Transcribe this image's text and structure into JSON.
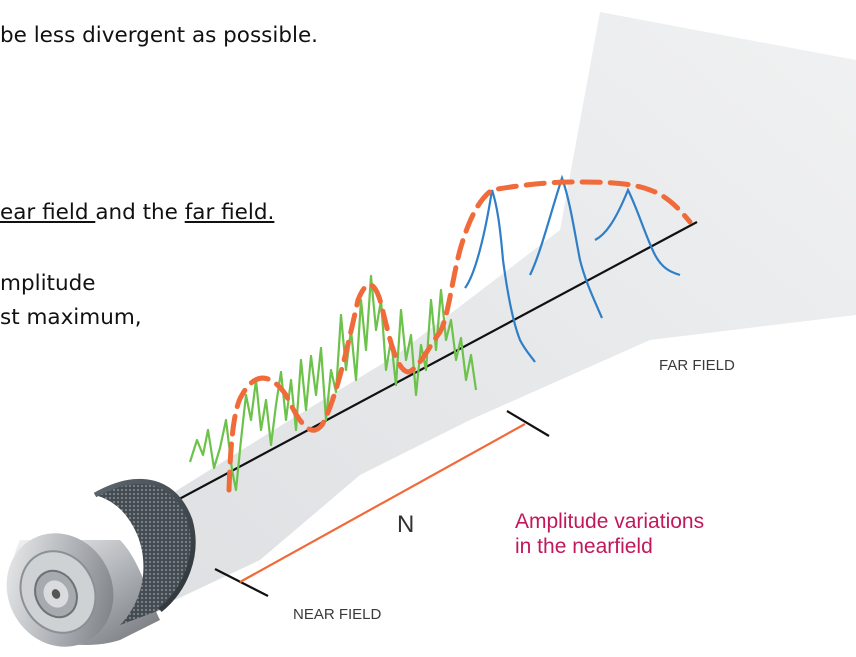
{
  "slide": {
    "line1": "be less divergent as possible.",
    "line2_part1": "ear field ",
    "line2_mid": "and the ",
    "line2_part2": "far field.",
    "line3": "mplitude",
    "line4": "st maximum,"
  },
  "diagram": {
    "far_field_label": "FAR FIELD",
    "near_field_label": "NEAR FIELD",
    "n_label": "N",
    "note_line1": "Amplitude variations",
    "note_line2": "in the nearfield",
    "colors": {
      "envelope": "#f06a3a",
      "near_field_wave": "#6cc24a",
      "far_field_wave": "#2f7fc8",
      "note_text": "#c2185b",
      "beam": "#e4e6e8"
    },
    "icons": [
      "transducer-icon"
    ]
  }
}
